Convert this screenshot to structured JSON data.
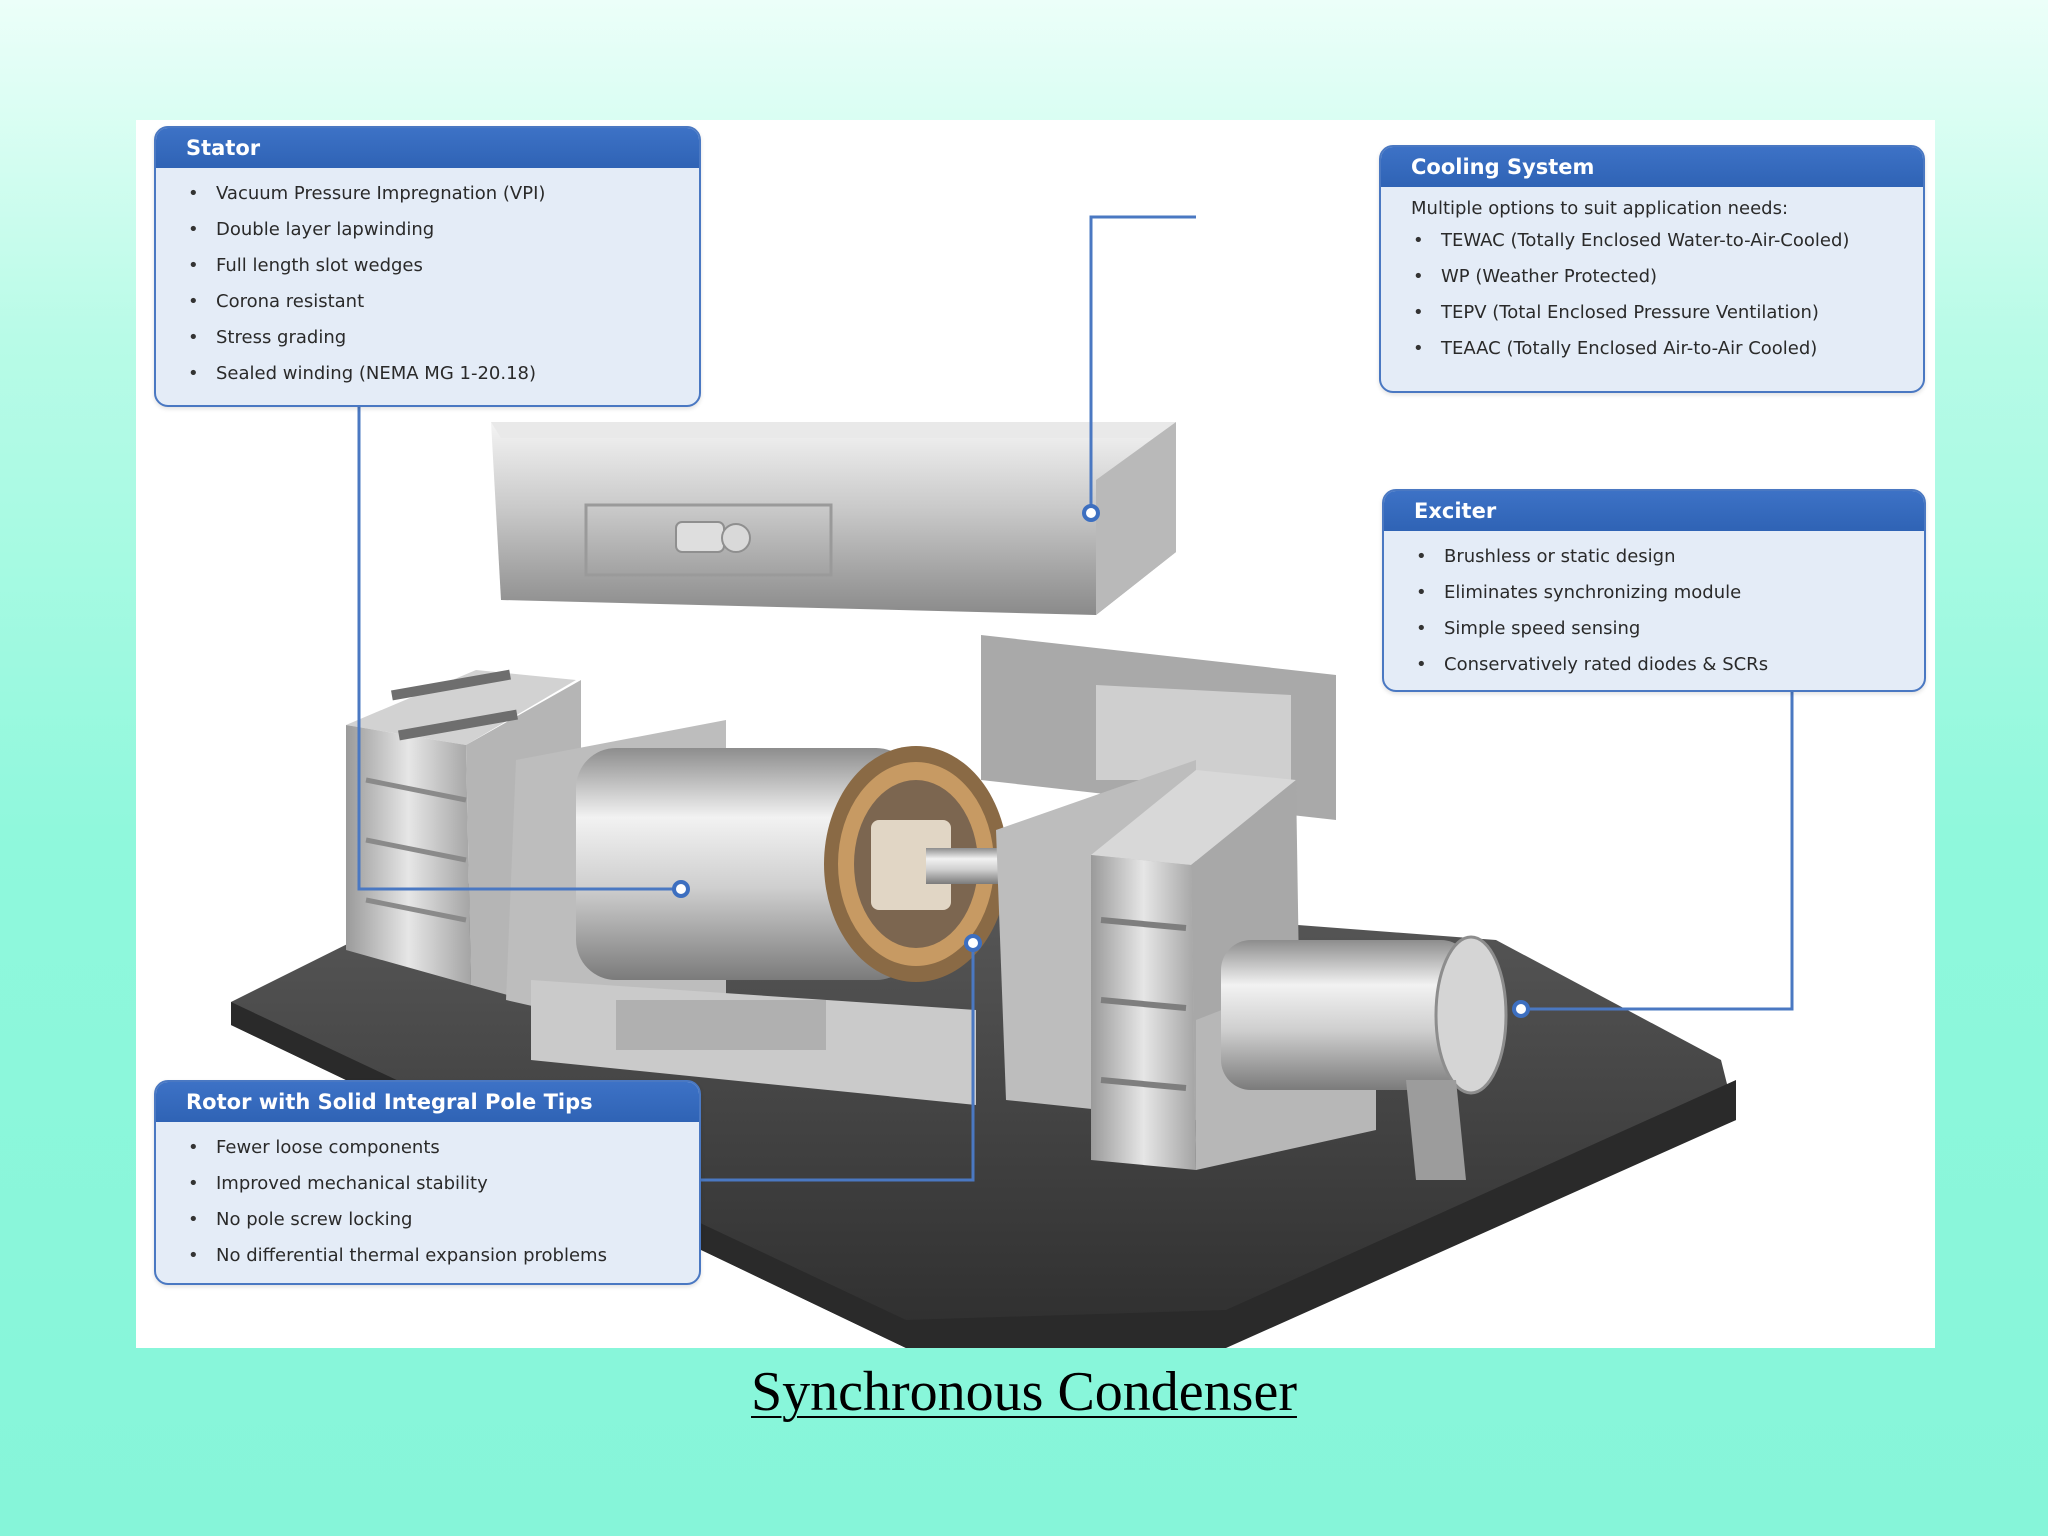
{
  "callouts": {
    "stator": {
      "title": "Stator",
      "items": [
        "Vacuum Pressure Impregnation (VPI)",
        "Double layer lapwinding",
        "Full length slot wedges",
        "Corona resistant",
        "Stress grading",
        "Sealed winding (NEMA MG 1-20.18)"
      ]
    },
    "cooling": {
      "title": "Cooling System",
      "intro": "Multiple options to suit application needs:",
      "items": [
        "TEWAC (Totally Enclosed Water-to-Air-Cooled)",
        "WP (Weather Protected)",
        "TEPV (Total Enclosed Pressure Ventilation)",
        "TEAAC (Totally Enclosed Air-to-Air Cooled)"
      ]
    },
    "exciter": {
      "title": "Exciter",
      "items": [
        "Brushless or static design",
        "Eliminates synchronizing module",
        "Simple speed sensing",
        "Conservatively rated diodes & SCRs"
      ]
    },
    "rotor": {
      "title": "Rotor with Solid Integral Pole Tips",
      "items": [
        "Fewer loose components",
        "Improved mechanical stability",
        "No pole screw locking",
        "No differential thermal expansion problems"
      ]
    }
  },
  "caption": "Synchronous Condenser",
  "colors": {
    "callout_header": "#2f63b5",
    "callout_body": "#e4ecf7",
    "leader_line": "#4a78c2",
    "background_top": "#ecfff9",
    "background_bottom": "#86f5d9"
  }
}
